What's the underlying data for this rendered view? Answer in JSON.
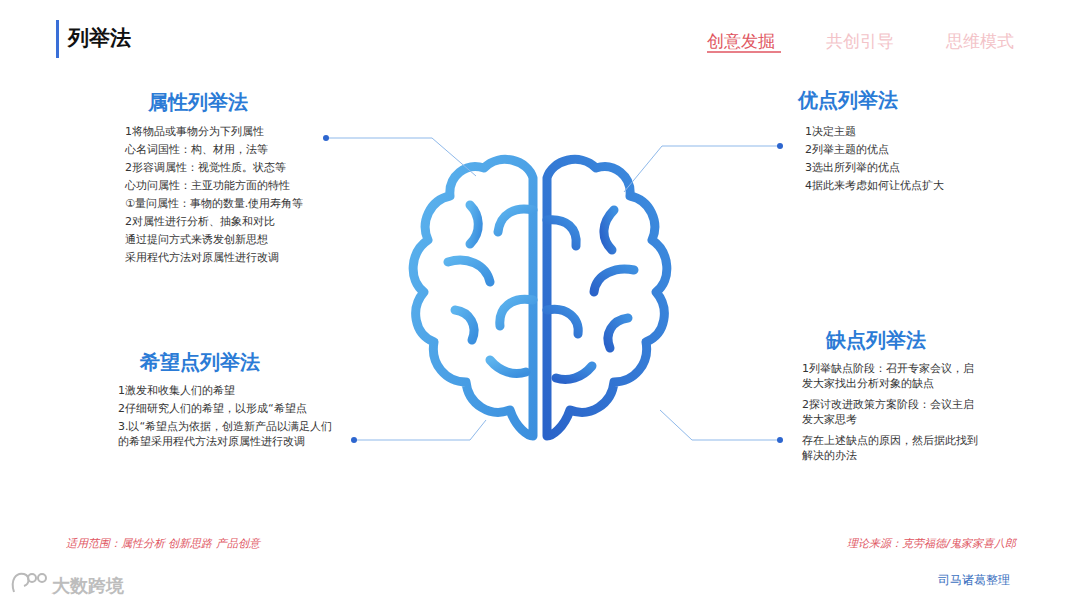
{
  "diagram": {
    "title": "列举法",
    "labels": [
      "创意发掘",
      "共创引导",
      "思维模式",
      "属性列举法",
      "1将物品或事物分为下列属性",
      "心名词国性：构、材用，法等",
      "2形容调属性：视觉性质。状态等",
      "心功问属性：主亚功能方面的特性",
      "①量问属性：事物的数量.使用寿角等",
      "2对属性进行分析、抽象和对比",
      "通过提问方式来诱发创新思想",
      "采用程代方法对原属性进行改调",
      "优点列举法",
      "1决定主题",
      "2列举主题的优点",
      "3选出所列举的优点",
      "4据此来考虑如何让优点扩大",
      "希望点列举法",
      "1激发和收集人们的希望",
      "2仔细研究人们的希望，以形成“希望点",
      "3.以“希望点为依据，创造新产品以满足人们的希望采用程代方法对原属性进行改调",
      "缺点列举法",
      "1列举缺点阶段：召开专家会议，启发大家找出分析对象的缺点",
      "2探讨改进政策方案阶段：会议主启发大家思考",
      "存在上述缺点的原因，然后据此找到解决的办法",
      "适用范围：属性分析 创新思路 产品创意",
      "理论来源：克劳福德/鬼家家喜八郎",
      "司马诸葛整理",
      "大数跨境"
    ]
  }
}
